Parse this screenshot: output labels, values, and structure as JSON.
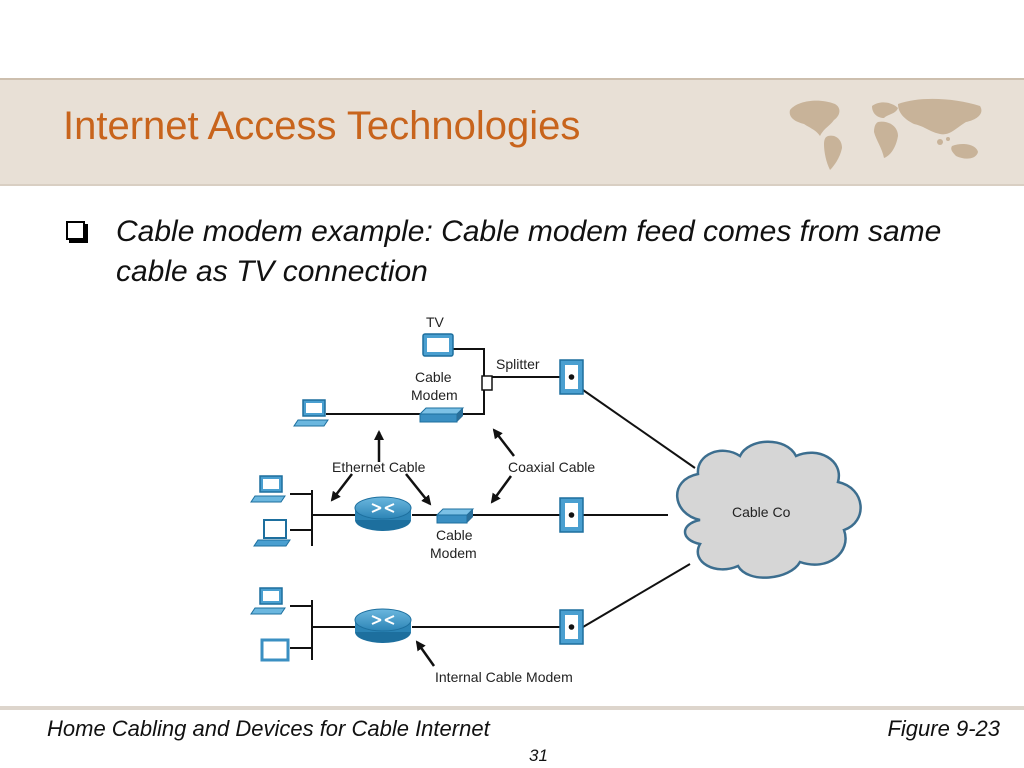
{
  "slide": {
    "title": "Internet Access Technologies",
    "bullet": "Cable modem example: Cable modem feed comes from same cable as TV connection",
    "footer_left": "Home Cabling and Devices for Cable Internet",
    "footer_right": "Figure 9-23",
    "page_number": "31"
  },
  "diagram": {
    "labels": {
      "tv": "TV",
      "splitter": "Splitter",
      "cable_modem_top_1": "Cable",
      "cable_modem_top_2": "Modem",
      "ethernet_cable": "Ethernet Cable",
      "coaxial_cable": "Coaxial Cable",
      "cable_modem_mid_1": "Cable",
      "cable_modem_mid_2": "Modem",
      "cable_co": "Cable Co",
      "internal_cable_modem": "Internal Cable Modem"
    },
    "colors": {
      "device_blue": "#4a9fd0",
      "device_dark": "#1d6f9e",
      "cloud_fill": "#d6d6d6",
      "cloud_stroke": "#3c6e8f",
      "title_band": "#e8e0d6",
      "title_text": "#c8641c"
    }
  }
}
